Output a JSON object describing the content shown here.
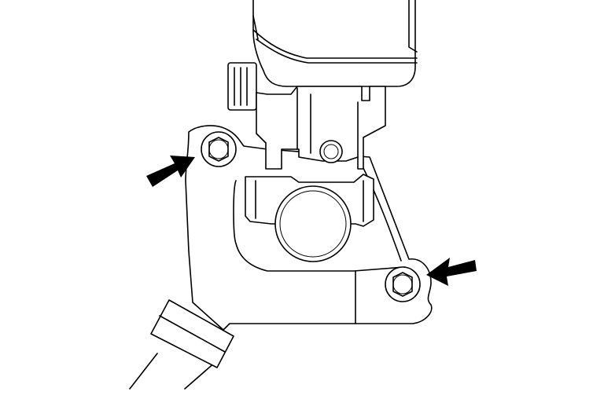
{
  "illustration": {
    "subject": "master-cylinder-mounting",
    "colors": {
      "line": "#000000",
      "background": "#ffffff",
      "arrow": "#000000"
    },
    "callouts": [
      {
        "name": "upper-left-bolt-arrow",
        "points_to": "upper-bolt"
      },
      {
        "name": "lower-right-bolt-arrow",
        "points_to": "lower-bolt"
      }
    ]
  }
}
